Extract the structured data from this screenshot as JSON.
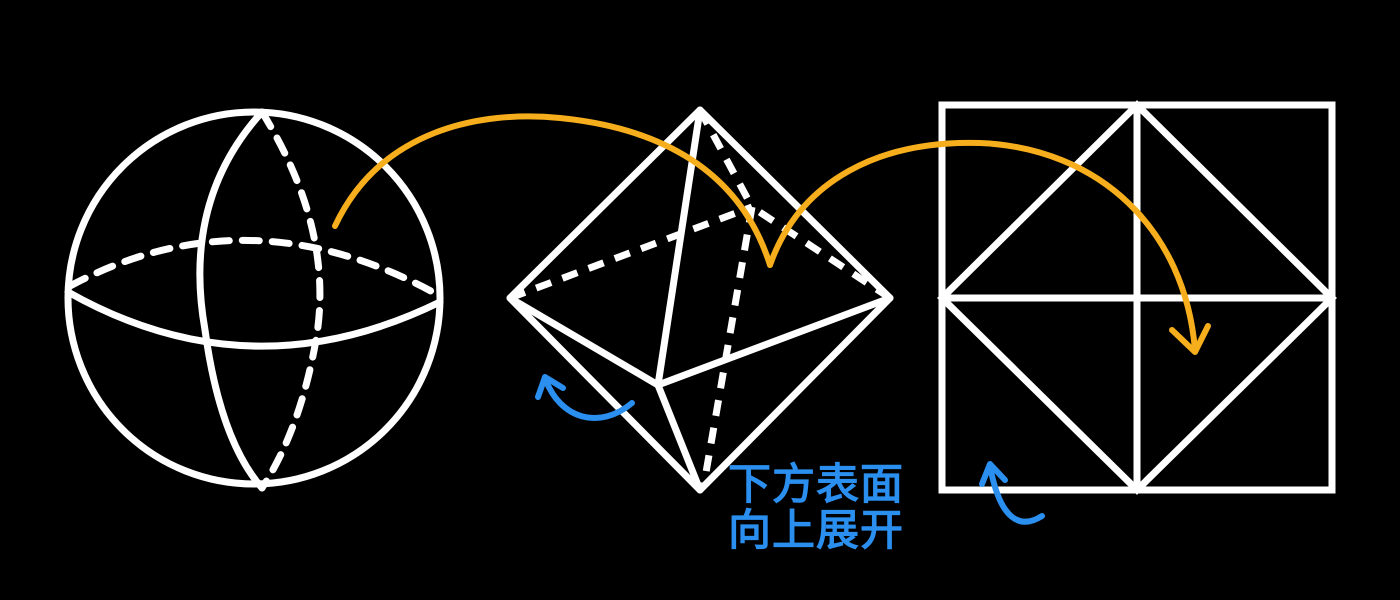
{
  "caption": {
    "line1": "下方表面",
    "line2": "向上展开"
  },
  "colors": {
    "background": "#000000",
    "shape_stroke": "#ffffff",
    "transform_arrow": "#f6ae1c",
    "fold_arrow": "#2b8ff0",
    "caption": "#2b8ff0"
  },
  "shapes": [
    "sphere",
    "octahedron",
    "unfolded-octahedron-square"
  ]
}
